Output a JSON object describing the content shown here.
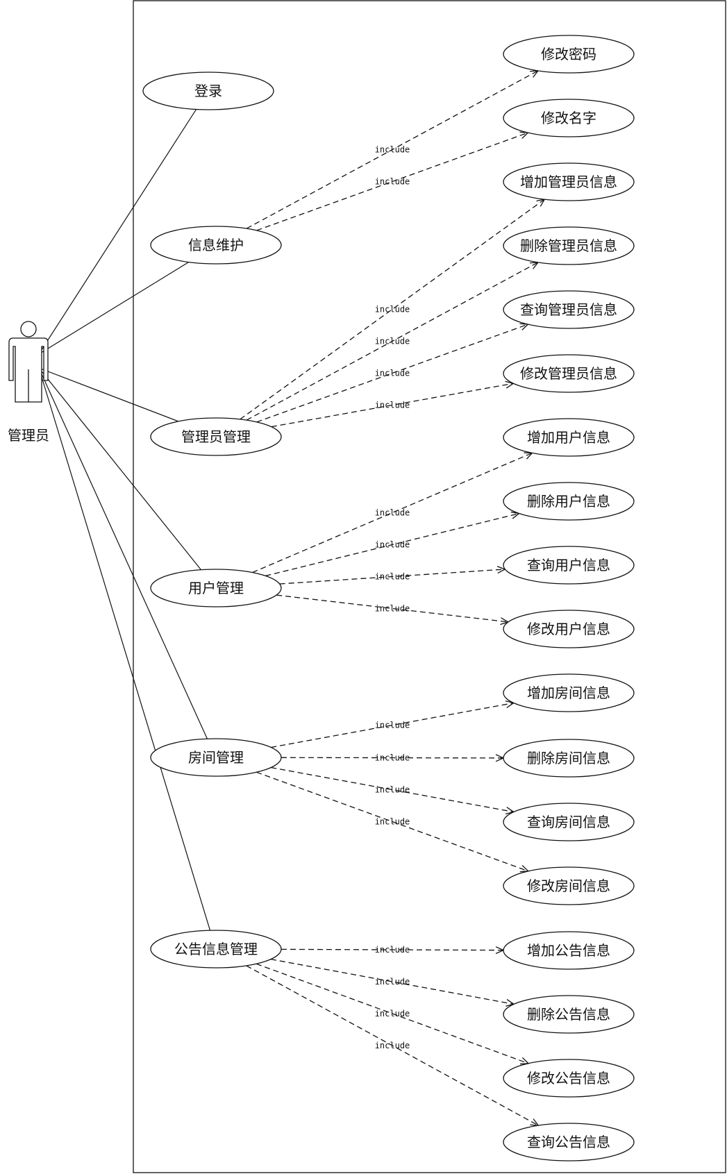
{
  "actor": {
    "label": "管理员"
  },
  "include_label": "include",
  "use_cases": {
    "login": "登录",
    "info_maintenance": "信息维护",
    "admin_management": "管理员管理",
    "user_management": "用户管理",
    "room_management": "房间管理",
    "notice_management": "公告信息管理",
    "change_password": "修改密码",
    "change_name": "修改名字",
    "add_admin": "增加管理员信息",
    "delete_admin": "删除管理员信息",
    "query_admin": "查询管理员信息",
    "modify_admin": "修改管理员信息",
    "add_user": "增加用户信息",
    "delete_user": "删除用户信息",
    "query_user": "查询用户信息",
    "modify_user": "修改用户信息",
    "add_room": "增加房间信息",
    "delete_room": "删除房间信息",
    "query_room": "查询房间信息",
    "modify_room": "修改房间信息",
    "add_notice": "增加公告信息",
    "delete_notice": "删除公告信息",
    "modify_notice": "修改公告信息",
    "query_notice": "查询公告信息"
  },
  "associations": [
    "login",
    "info_maintenance",
    "admin_management",
    "user_management",
    "room_management",
    "notice_management"
  ],
  "includes": [
    {
      "from": "info_maintenance",
      "to": "change_password"
    },
    {
      "from": "info_maintenance",
      "to": "change_name"
    },
    {
      "from": "admin_management",
      "to": "add_admin"
    },
    {
      "from": "admin_management",
      "to": "delete_admin"
    },
    {
      "from": "admin_management",
      "to": "query_admin"
    },
    {
      "from": "admin_management",
      "to": "modify_admin"
    },
    {
      "from": "user_management",
      "to": "add_user"
    },
    {
      "from": "user_management",
      "to": "delete_user"
    },
    {
      "from": "user_management",
      "to": "query_user"
    },
    {
      "from": "user_management",
      "to": "modify_user"
    },
    {
      "from": "room_management",
      "to": "add_room"
    },
    {
      "from": "room_management",
      "to": "delete_room"
    },
    {
      "from": "room_management",
      "to": "query_room"
    },
    {
      "from": "room_management",
      "to": "modify_room"
    },
    {
      "from": "notice_management",
      "to": "add_notice"
    },
    {
      "from": "notice_management",
      "to": "delete_notice"
    },
    {
      "from": "notice_management",
      "to": "modify_notice"
    },
    {
      "from": "notice_management",
      "to": "query_notice"
    }
  ]
}
